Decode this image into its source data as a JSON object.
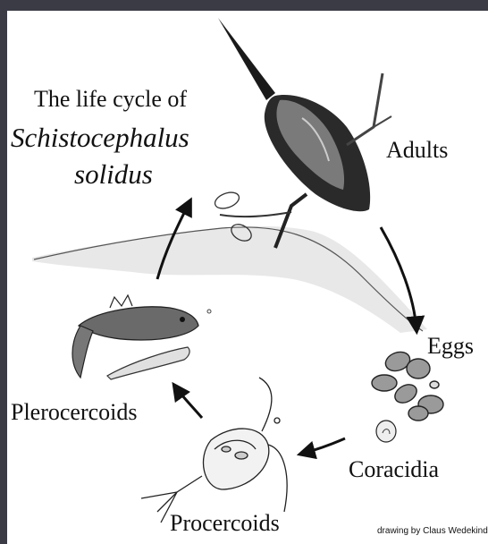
{
  "title_line1": "The life cycle of",
  "title_species_line1": "Schistocephalus",
  "title_species_line2": "solidus",
  "stages": {
    "adults": "Adults",
    "eggs": "Eggs",
    "coracidia": "Coracidia",
    "procercoids": "Procercoids",
    "plerocercoids": "Plerocercoids"
  },
  "credit": "drawing by Claus Wedekind",
  "icons": [
    "bird-icon",
    "egg-icon",
    "coracidium-icon",
    "copepod-icon",
    "stickleback-fish-icon",
    "plerocercoid-worm-icon",
    "cycle-arrow-icon"
  ]
}
